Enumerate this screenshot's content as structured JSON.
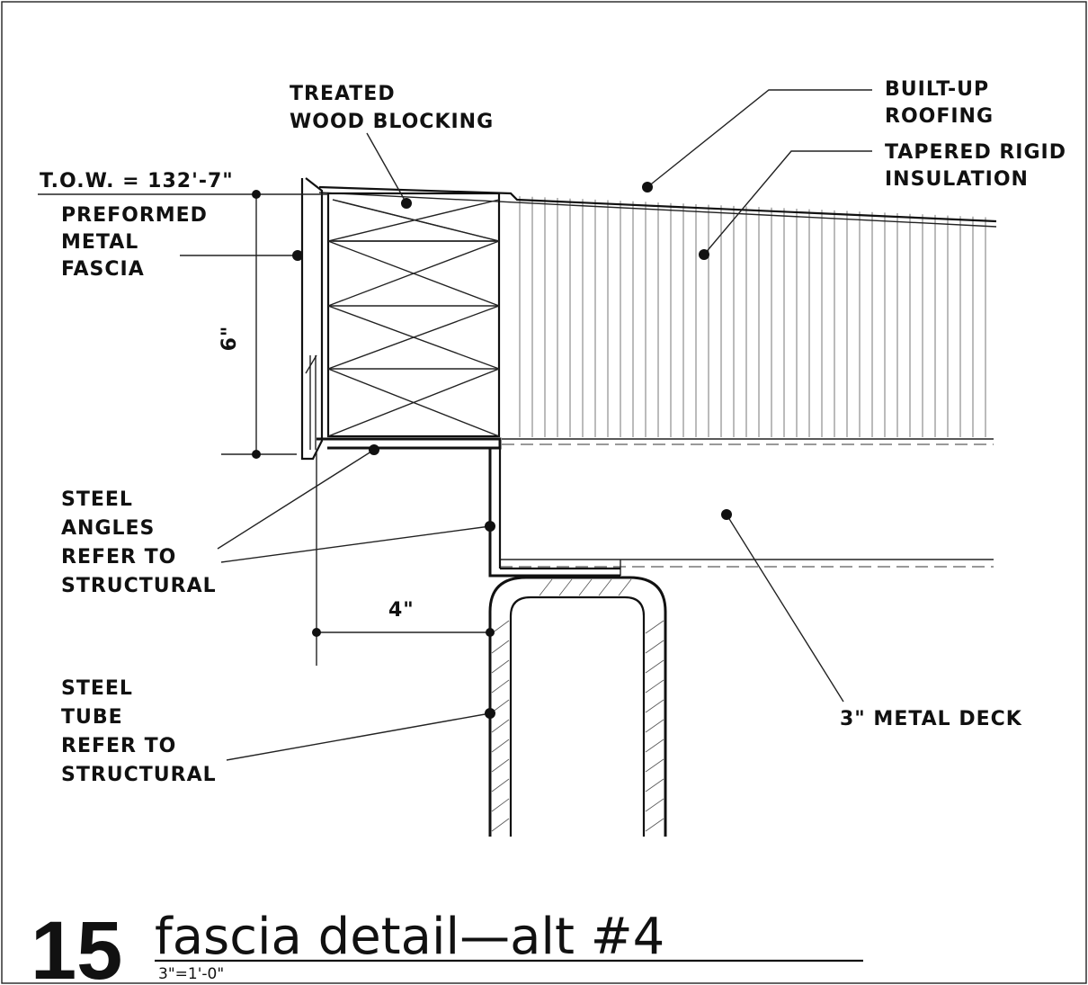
{
  "labels": {
    "treated_wood_blocking": [
      "TREATED",
      "WOOD BLOCKING"
    ],
    "built_up_roofing": [
      "BUILT-UP",
      "ROOFING"
    ],
    "tapered_rigid_insulation": [
      "TAPERED RIGID",
      "INSULATION"
    ],
    "tow": "T.O.W. = 132'-7\"",
    "preformed_metal_fascia": [
      "PREFORMED",
      "METAL",
      "FASCIA"
    ],
    "dim_6": "6\"",
    "steel_angles": [
      "STEEL",
      "ANGLES",
      "REFER TO",
      "STRUCTURAL"
    ],
    "dim_4": "4\"",
    "steel_tube": [
      "STEEL",
      "TUBE",
      "REFER TO",
      "STRUCTURAL"
    ],
    "metal_deck": "3\" METAL DECK"
  },
  "title": {
    "number": "15",
    "name": "fascia detail—alt #4",
    "scale": "3\"=1'-0\""
  }
}
